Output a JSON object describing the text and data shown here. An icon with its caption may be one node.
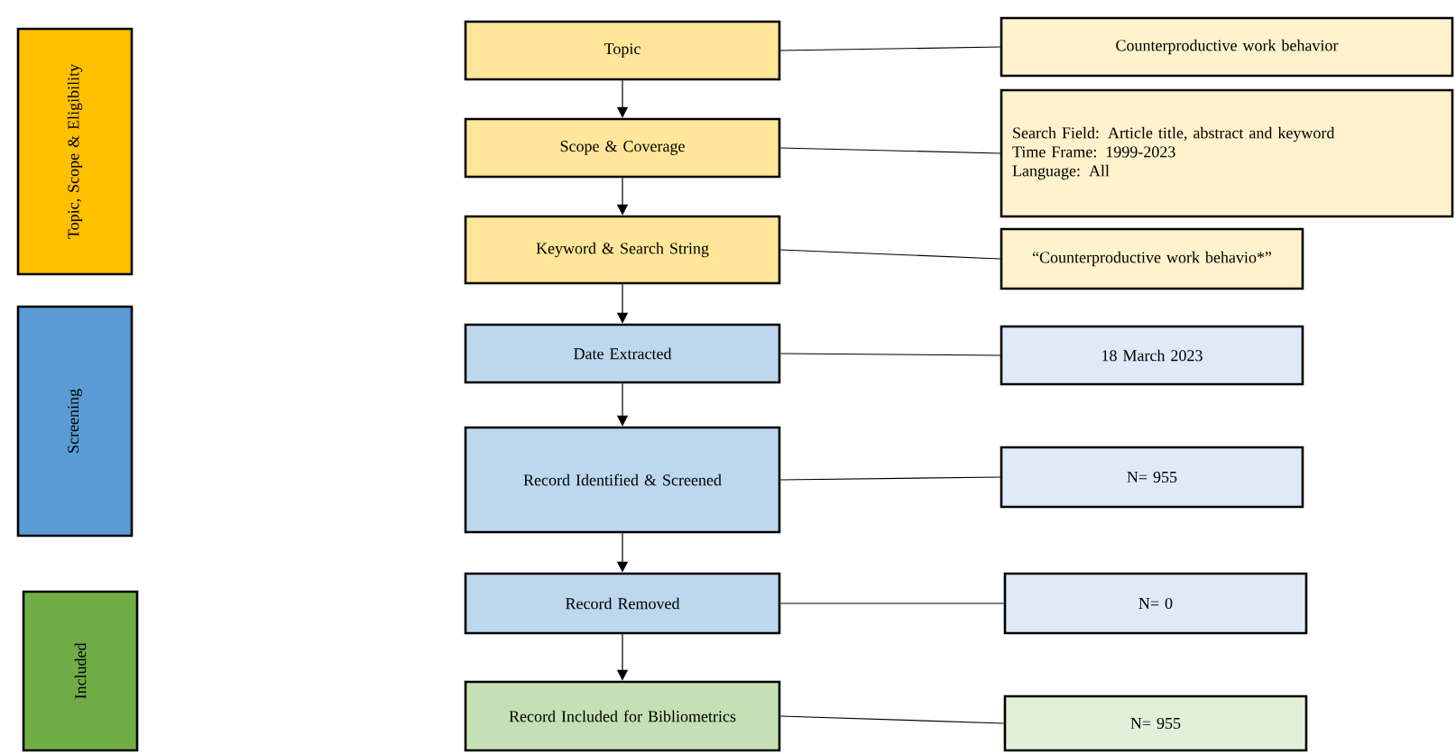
{
  "diagram": {
    "nodes": [
      {
        "text": [
          "Topic, Scope & Eligibility"
        ]
      },
      {
        "text": [
          "Topic"
        ]
      },
      {
        "text": [
          "Counterproductive work behavior"
        ]
      },
      {
        "text": [
          "Scope & Coverage"
        ]
      },
      {
        "text": [
          "Search Field: Article title, abstract and keyword",
          "Time Frame: 1999-2023",
          "Language: All"
        ]
      },
      {
        "text": [
          "Keyword & Search String"
        ]
      },
      {
        "text": [
          "“Counterproductive work behavio*”"
        ]
      },
      {
        "text": [
          "Screening"
        ]
      },
      {
        "text": [
          "Date Extracted"
        ]
      },
      {
        "text": [
          "18 March 2023"
        ]
      },
      {
        "text": [
          "Record Identified & Screened"
        ]
      },
      {
        "text": [
          "N= 955"
        ]
      },
      {
        "text": [
          "Record Removed"
        ]
      },
      {
        "text": [
          "N= 0"
        ]
      },
      {
        "text": [
          "Included"
        ]
      },
      {
        "text": [
          "Record Included for Bibliometrics"
        ]
      },
      {
        "text": [
          "N= 955"
        ]
      }
    ],
    "edges": [
      {
        "from": 1,
        "to": 3,
        "arrow": "to"
      },
      {
        "from": 3,
        "to": 5,
        "arrow": "to"
      },
      {
        "from": 5,
        "to": 8,
        "arrow": "to"
      },
      {
        "from": 8,
        "to": 10,
        "arrow": "to"
      },
      {
        "from": 10,
        "to": 12,
        "arrow": "to"
      },
      {
        "from": 12,
        "to": 15,
        "arrow": "to"
      },
      {
        "from": 1,
        "to": 2,
        "arrow": "none"
      },
      {
        "from": 3,
        "to": 4,
        "arrow": "none"
      },
      {
        "from": 5,
        "to": 6,
        "arrow": "none"
      },
      {
        "from": 8,
        "to": 9,
        "arrow": "none"
      },
      {
        "from": 10,
        "to": 11,
        "arrow": "none"
      },
      {
        "from": 12,
        "to": 13,
        "arrow": "none"
      },
      {
        "from": 15,
        "to": 16,
        "arrow": "none"
      }
    ]
  }
}
